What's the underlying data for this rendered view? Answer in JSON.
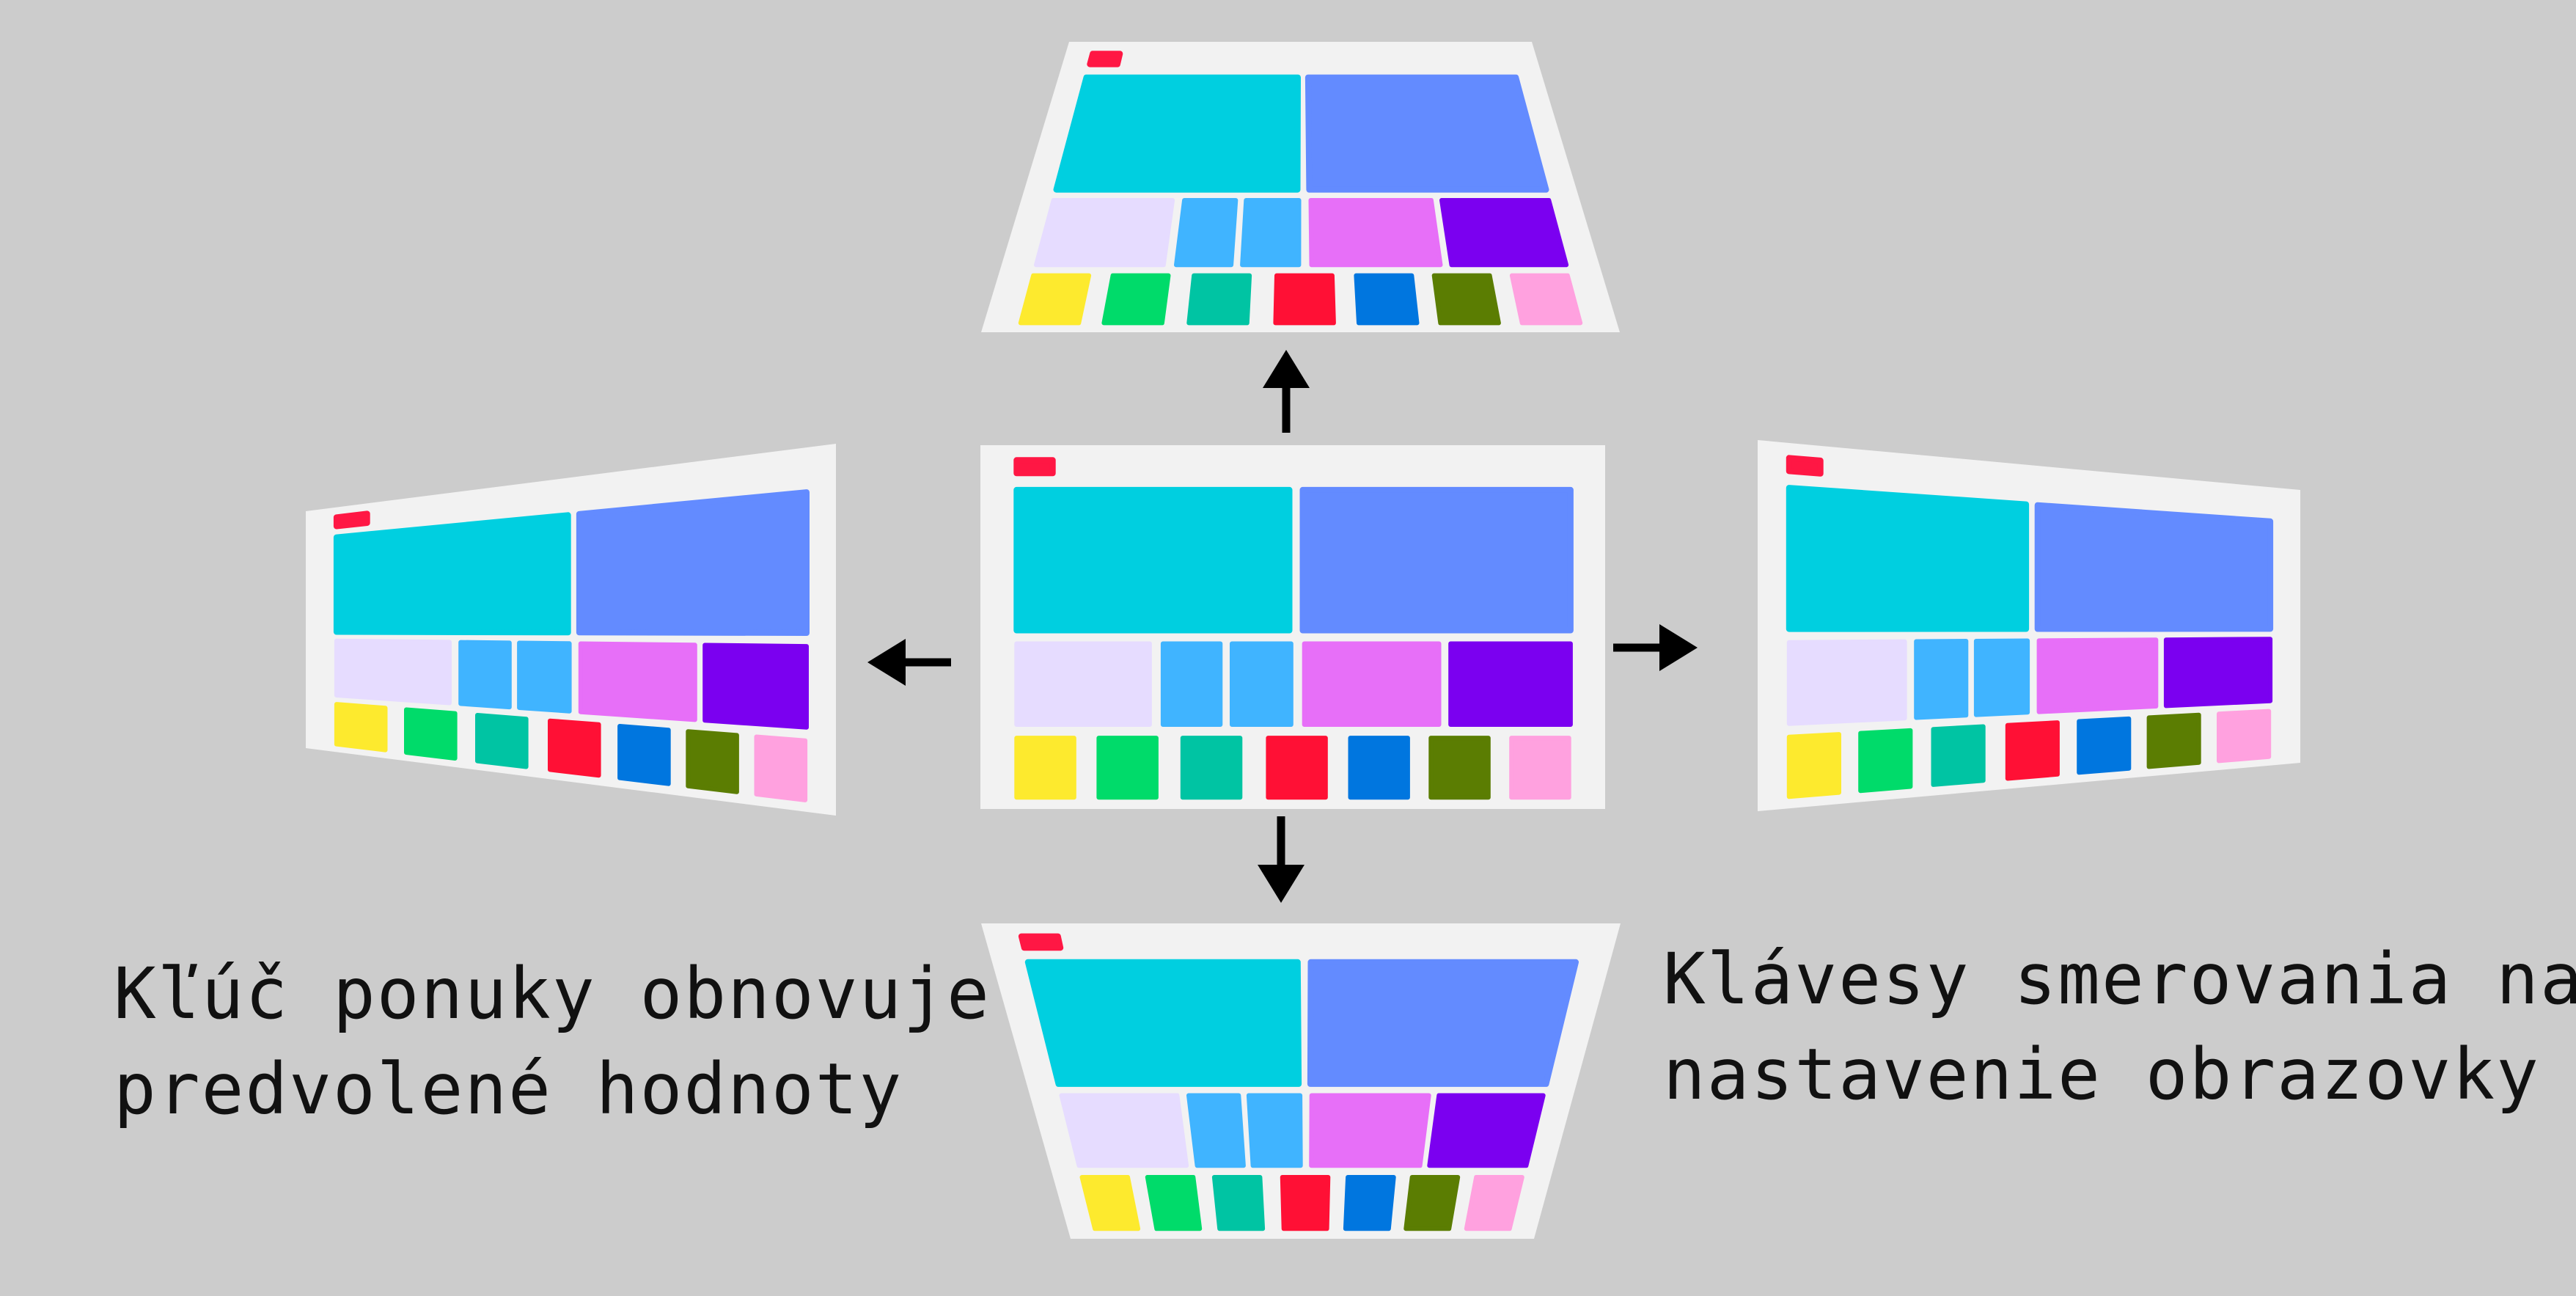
{
  "captions": {
    "left": [
      "Kľúč ponuky obnovuje",
      "predvolené hodnoty"
    ],
    "right": [
      "Klávesy smerovania na",
      "nastavenie obrazovky"
    ]
  },
  "colors": {
    "background": "#cccccc",
    "screen": "#f2f2f2",
    "indicator": "#ff1744",
    "arrow": "#000000",
    "tile_cyan": "#00cfe0",
    "tile_blue": "#638bff",
    "tile_lavender": "#e6dcff",
    "tile_sky": "#40b4ff",
    "tile_magenta": "#e76ff8",
    "tile_purple": "#7b00f0",
    "tile_yellow": "#fdea2e",
    "tile_green": "#00db6a",
    "tile_teal": "#00c4a3",
    "tile_red": "#ff1035",
    "tile_azure": "#0076df",
    "tile_olive": "#5b7d02",
    "tile_pink": "#ffa1df"
  },
  "screens": [
    {
      "name": "screen-center",
      "variant": "flat"
    },
    {
      "name": "screen-top",
      "variant": "keystone-top"
    },
    {
      "name": "screen-bottom",
      "variant": "keystone-bottom"
    },
    {
      "name": "screen-left",
      "variant": "keystone-left"
    },
    {
      "name": "screen-right",
      "variant": "keystone-right"
    }
  ],
  "arrows": [
    {
      "name": "arrow-up",
      "direction": "up"
    },
    {
      "name": "arrow-down",
      "direction": "down"
    },
    {
      "name": "arrow-left",
      "direction": "left"
    },
    {
      "name": "arrow-right",
      "direction": "right"
    }
  ]
}
